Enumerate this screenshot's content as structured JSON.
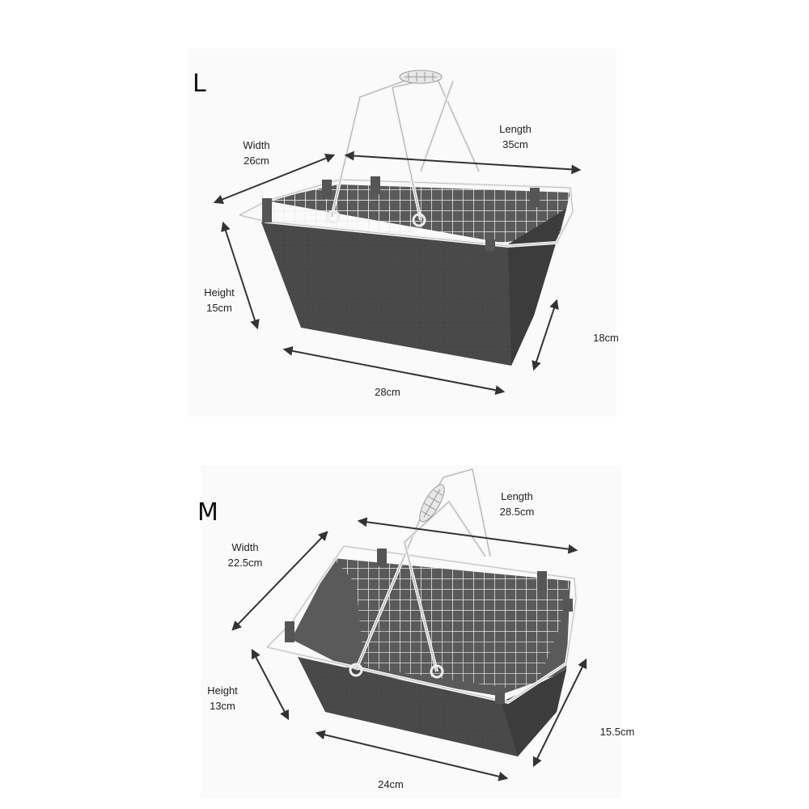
{
  "sizes": {
    "large": {
      "size_label": "L",
      "width_label": "Width",
      "width_value": "26cm",
      "length_label": "Length",
      "length_value": "35cm",
      "height_label": "Height",
      "height_value": "15cm",
      "bottom_length_value": "28cm",
      "side_height_value": "18cm"
    },
    "medium": {
      "size_label": "M",
      "width_label": "Width",
      "width_value": "22.5cm",
      "length_label": "Length",
      "length_value": "28.5cm",
      "height_label": "Height",
      "height_value": "13cm",
      "bottom_length_value": "24cm",
      "side_height_value": "15.5cm"
    }
  },
  "colors": {
    "basket_fabric": "#4a4a4a",
    "basket_fabric_dark": "#3a3a3a",
    "wire": "#f2f2f2",
    "arrow": "#333333"
  }
}
